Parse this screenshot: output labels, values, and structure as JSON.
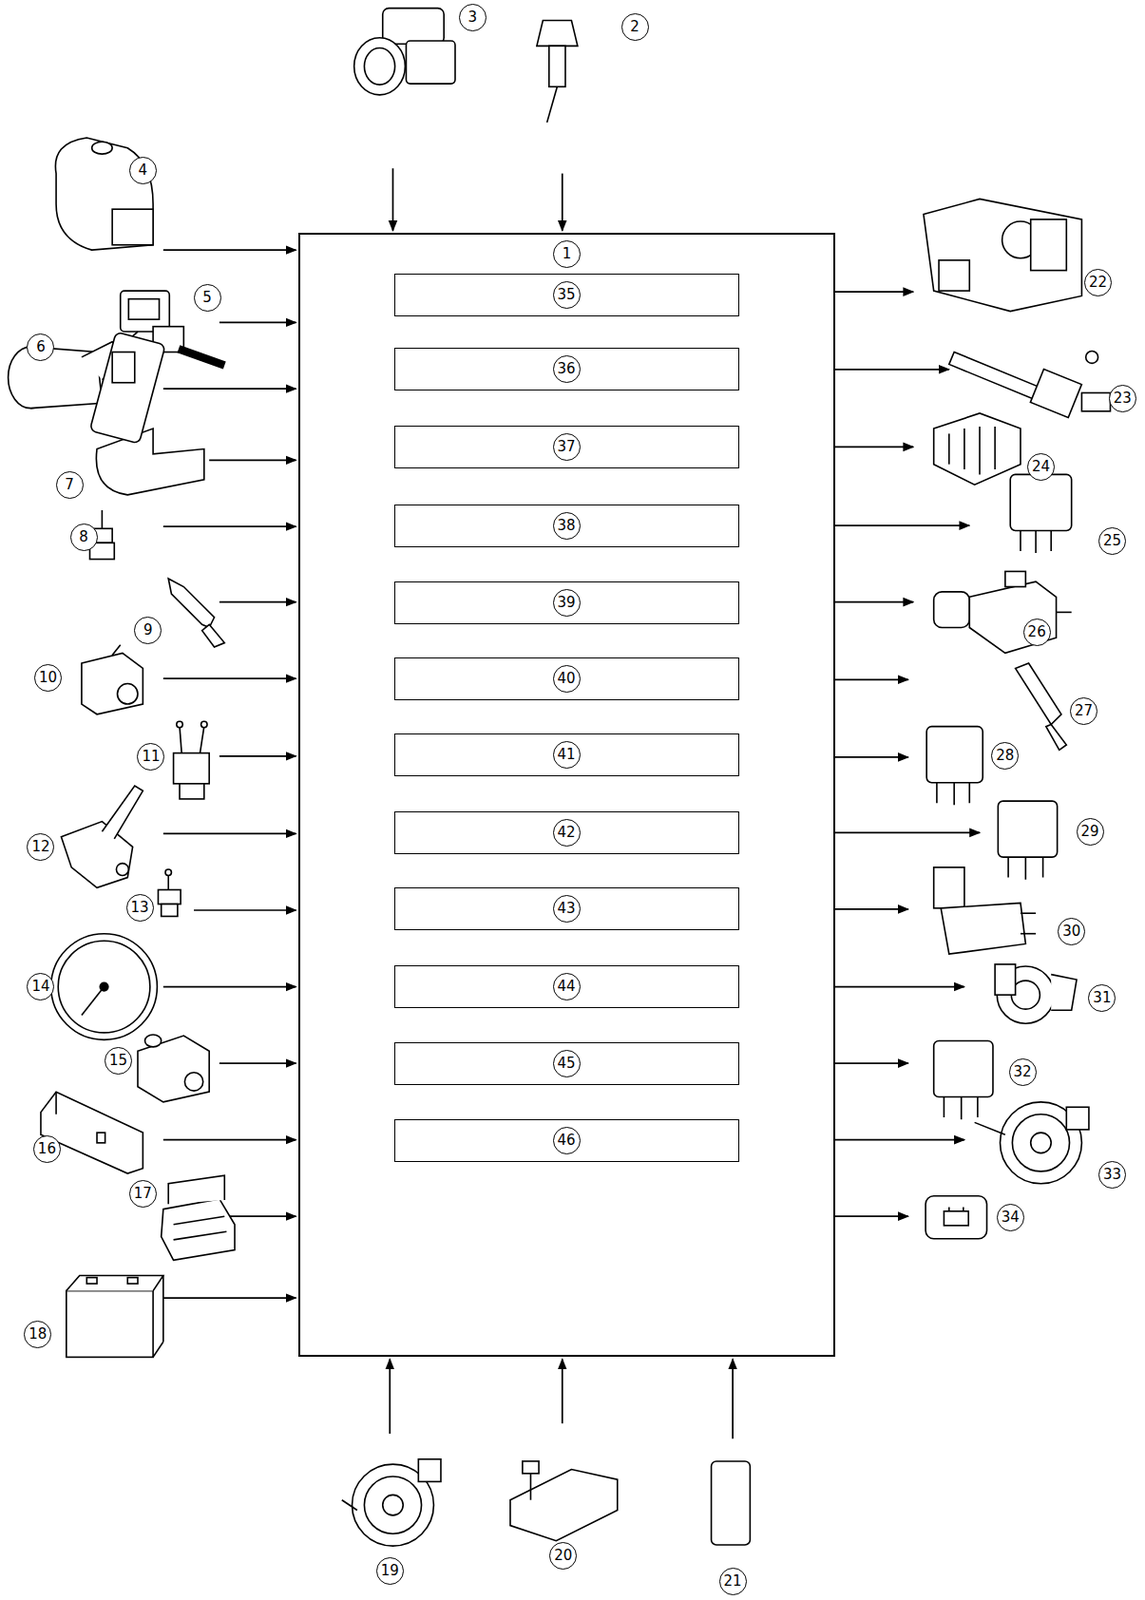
{
  "diagram": {
    "nodes": [
      {
        "text": [
          "1"
        ]
      },
      {
        "text": [
          "35"
        ],
        "in": 0
      },
      {
        "text": [
          "36"
        ],
        "in": 0
      },
      {
        "text": [
          "37"
        ],
        "in": 0
      },
      {
        "text": [
          "38"
        ],
        "in": 0
      },
      {
        "text": [
          "39"
        ],
        "in": 0
      },
      {
        "text": [
          "40"
        ],
        "in": 0
      },
      {
        "text": [
          "41"
        ],
        "in": 0
      },
      {
        "text": [
          "42"
        ],
        "in": 0
      },
      {
        "text": [
          "43"
        ],
        "in": 0
      },
      {
        "text": [
          "44"
        ],
        "in": 0
      },
      {
        "text": [
          "45"
        ],
        "in": 0
      },
      {
        "text": [
          "46"
        ],
        "in": 0
      }
    ],
    "labels": [
      "2",
      "3",
      "4",
      "5",
      "6",
      "7",
      "8",
      "9",
      "10",
      "11",
      "12",
      "13",
      "14",
      "15",
      "16",
      "17",
      "18",
      "19",
      "20",
      "21",
      "22",
      "23",
      "24",
      "25",
      "26",
      "27",
      "28",
      "29",
      "30",
      "31",
      "32",
      "33",
      "34"
    ]
  }
}
